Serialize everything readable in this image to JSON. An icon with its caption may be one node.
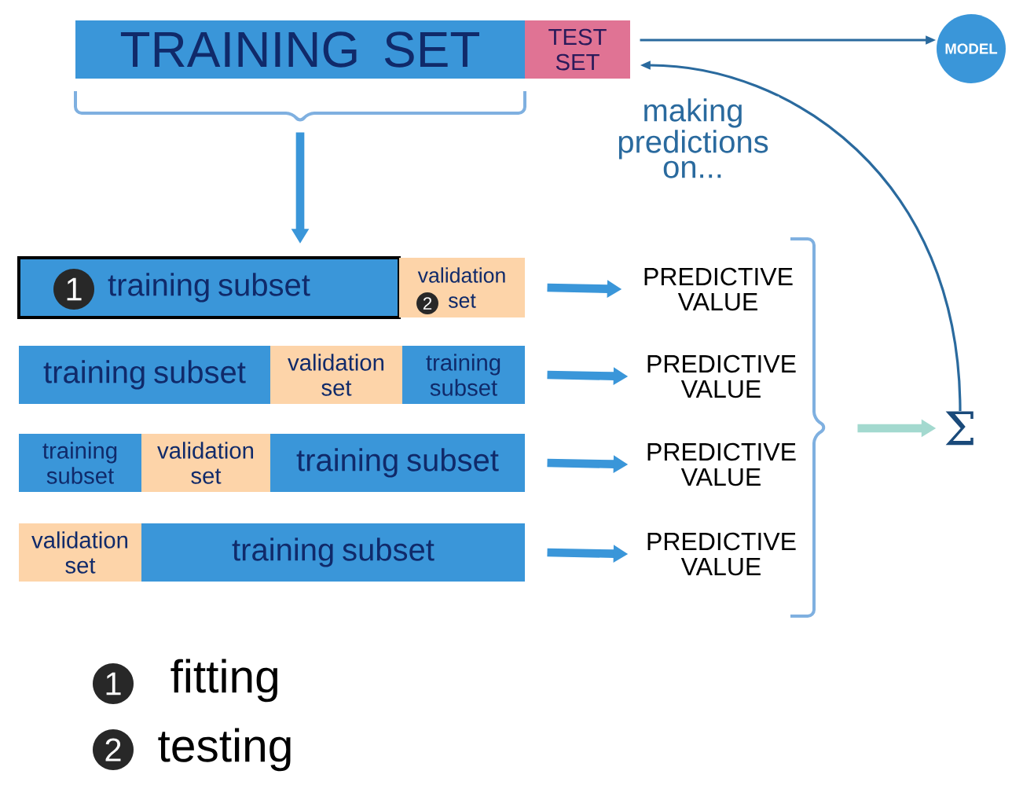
{
  "diagram": {
    "nodes": [
      {
        "text": [
          "TRAINING SET"
        ]
      },
      {
        "text": [
          "TEST SET"
        ]
      },
      {
        "text": [
          "MODEL"
        ]
      },
      {
        "text": [
          "training subset"
        ]
      },
      {
        "text": [
          "validation set"
        ]
      },
      {
        "text": [
          "training subset"
        ]
      },
      {
        "text": [
          "validation set"
        ]
      },
      {
        "text": [
          "training subset"
        ]
      },
      {
        "text": [
          "training subset"
        ]
      },
      {
        "text": [
          "validation set"
        ]
      },
      {
        "text": [
          "training subset"
        ]
      },
      {
        "text": [
          "validation set"
        ]
      },
      {
        "text": [
          "training subset"
        ]
      },
      {
        "text": [
          "PREDICTIVE VALUE"
        ]
      },
      {
        "text": [
          "PREDICTIVE VALUE"
        ]
      },
      {
        "text": [
          "PREDICTIVE VALUE"
        ]
      },
      {
        "text": [
          "PREDICTIVE VALUE"
        ]
      },
      {
        "text": [
          "Σ"
        ]
      }
    ],
    "edges": [
      {
        "from": 1,
        "to": 2,
        "arrow": "to",
        "color": "#2a6a9e"
      },
      {
        "from": 17,
        "to": 1,
        "arrow": "to",
        "label": "making predictions on...",
        "color": "#2a6a9e"
      },
      {
        "from": 0,
        "to": 3,
        "arrow": "to"
      },
      {
        "from": 4,
        "to": 13,
        "arrow": "to"
      },
      {
        "from": 7,
        "to": 14,
        "arrow": "to"
      },
      {
        "from": 10,
        "to": 15,
        "arrow": "to"
      },
      {
        "from": 12,
        "to": 16,
        "arrow": "to"
      },
      {
        "from": null,
        "to": 17,
        "arrow": "to",
        "color": "#a3d9cf"
      }
    ],
    "labels": [
      "1",
      "2",
      "1",
      "fitting",
      "2",
      "testing"
    ]
  }
}
